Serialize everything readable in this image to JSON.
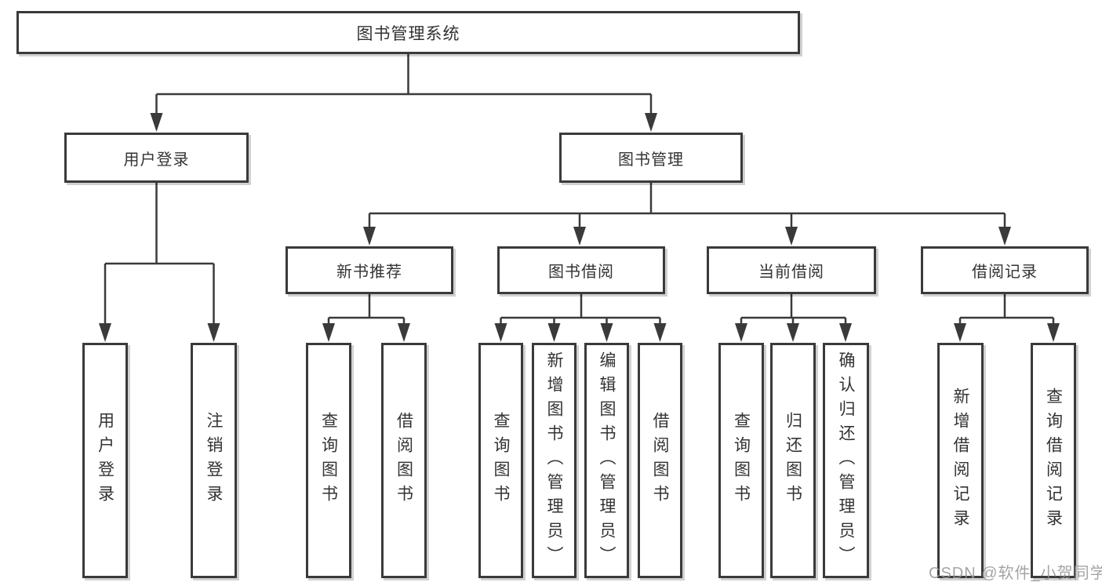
{
  "tree": {
    "label": "图书管理系统",
    "children": [
      {
        "label": "用户登录",
        "children": [
          {
            "label": "用户登录"
          },
          {
            "label": "注销登录"
          }
        ]
      },
      {
        "label": "图书管理",
        "children": [
          {
            "label": "新书推荐",
            "children": [
              {
                "label": "查询图书"
              },
              {
                "label": "借阅图书"
              }
            ]
          },
          {
            "label": "图书借阅",
            "children": [
              {
                "label": "查询图书"
              },
              {
                "label": "新增图书（管理员）"
              },
              {
                "label": "编辑图书（管理员）"
              },
              {
                "label": "借阅图书"
              }
            ]
          },
          {
            "label": "当前借阅",
            "children": [
              {
                "label": "查询图书"
              },
              {
                "label": "归还图书"
              },
              {
                "label": "确认归还（管理员）"
              }
            ]
          },
          {
            "label": "借阅记录",
            "children": [
              {
                "label": "新增借阅记录"
              },
              {
                "label": "查询借阅记录"
              }
            ]
          }
        ]
      }
    ]
  },
  "colors": {
    "line": "#3a3a3a",
    "box_border": "#3a3a3a",
    "text": "#333333",
    "watermark": "#949494"
  },
  "watermark": "CSDN @软件_小贺同学"
}
